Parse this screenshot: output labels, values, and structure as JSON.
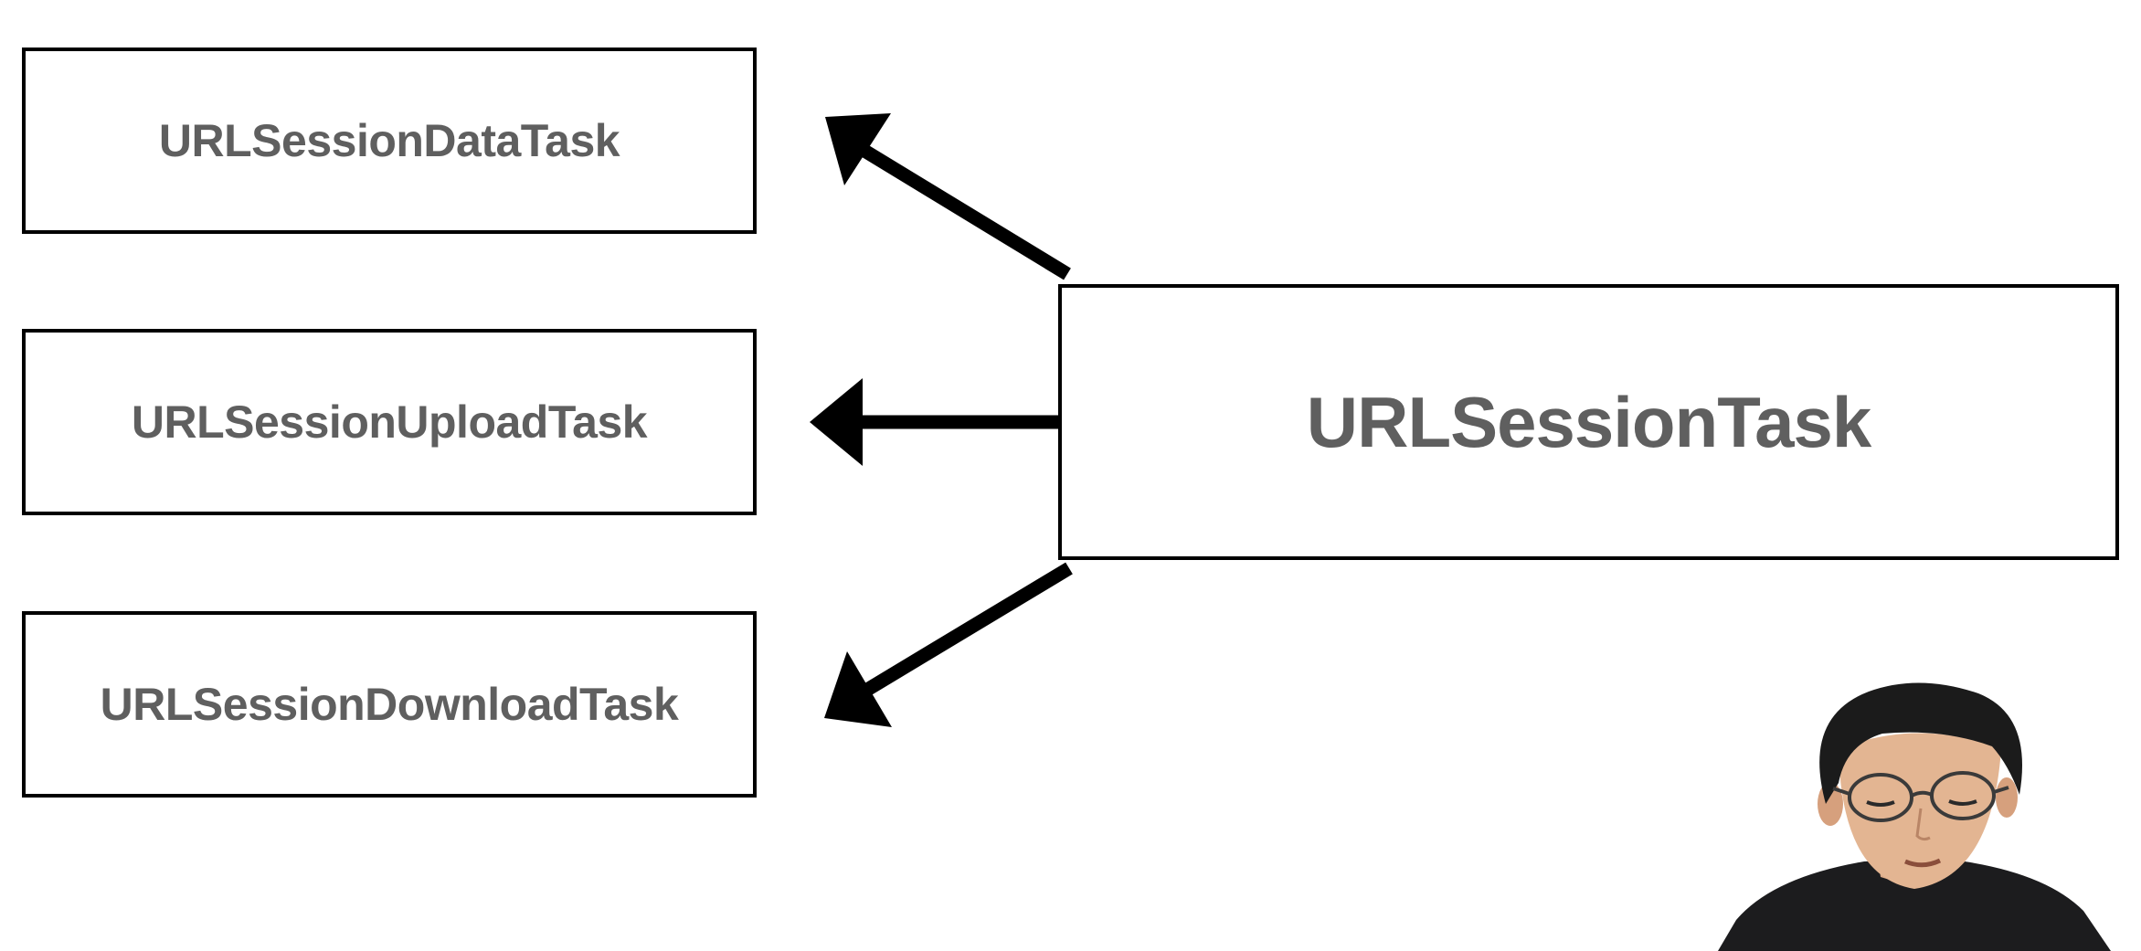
{
  "diagram": {
    "parent": {
      "label": "URLSessionTask"
    },
    "children": [
      {
        "label": "URLSessionDataTask"
      },
      {
        "label": "URLSessionUploadTask"
      },
      {
        "label": "URLSessionDownloadTask"
      }
    ]
  },
  "colors": {
    "text": "#5f5f5f",
    "border": "#000000",
    "arrow": "#000000",
    "background": "#ffffff"
  },
  "presenter": {
    "icon": "person-webcam-overlay"
  }
}
